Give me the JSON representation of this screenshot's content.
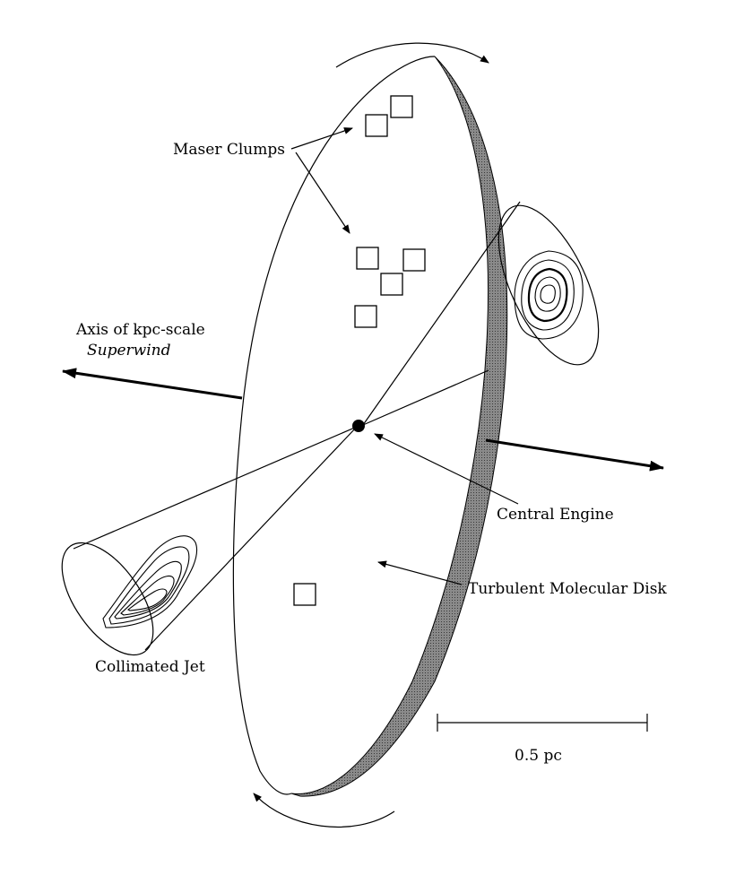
{
  "labels": {
    "maser_clumps": "Maser Clumps",
    "superwind_line1": "Axis of kpc-scale",
    "superwind_line2": "Superwind",
    "central_engine": "Central Engine",
    "molecular_disk": "Turbulent Molecular Disk",
    "collimated_jet": "Collimated Jet",
    "scale_bar": "0.5 pc"
  },
  "colors": {
    "ink": "#000000",
    "disk_edge": "#6e6e6e"
  }
}
